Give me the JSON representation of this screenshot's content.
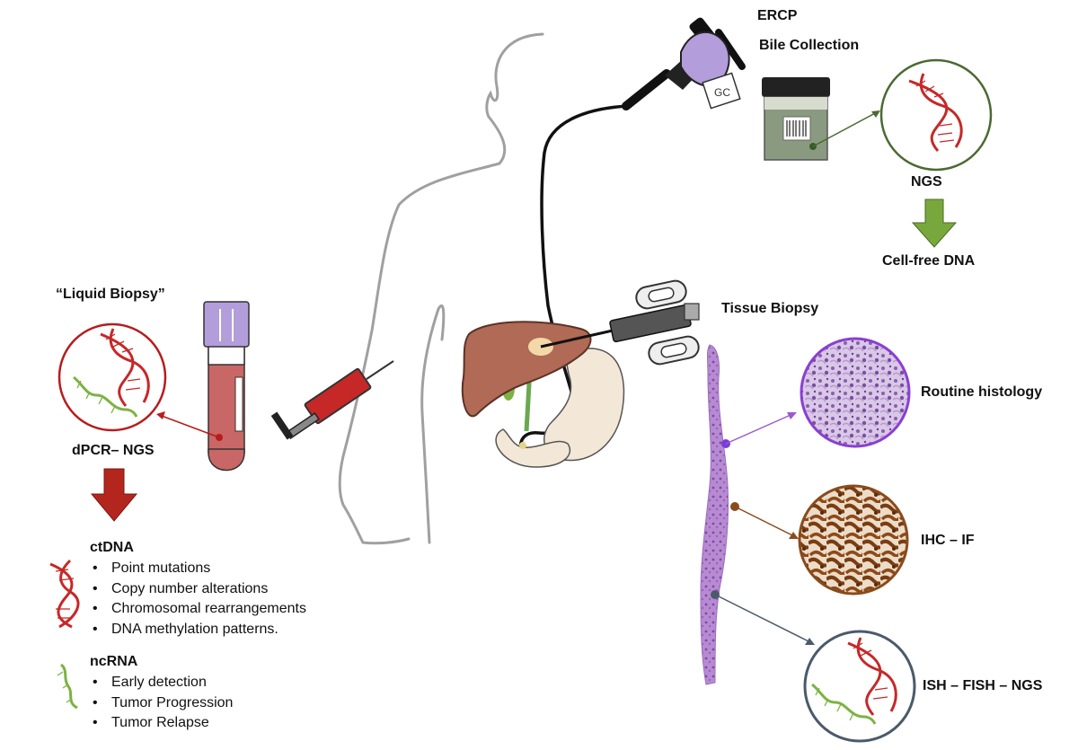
{
  "labels": {
    "ercp": "ERCP",
    "bile_collection": "Bile Collection",
    "ngs": "NGS",
    "cell_free_dna": "Cell-free DNA",
    "liquid_biopsy": "“Liquid Biopsy”",
    "dpcr_ngs": "dPCR– NGS",
    "tissue_biopsy": "Tissue Biopsy",
    "routine_histology": "Routine histology",
    "ihc_if": "IHC – IF",
    "ish_fish_ngs": "ISH – FISH – NGS"
  },
  "ctdna": {
    "title": "ctDNA",
    "items": [
      "Point mutations",
      "Copy number alterations",
      "Chromosomal rearrangements",
      "DNA methylation patterns."
    ]
  },
  "ncrna": {
    "title": "ncRNA",
    "items": [
      "Early detection",
      "Tumor Progression",
      "Tumor Relapse"
    ]
  },
  "colors": {
    "body_outline": "#a0a0a0",
    "bile_arrow": "#5a7a3a",
    "blood_red": "#b71c1c",
    "histology_purple": "#9b59d0",
    "ihc_brown": "#8a4b1c",
    "ish_slate": "#4a5a6a",
    "big_green_arrow": "#78a83c",
    "big_red_arrow": "#b3261e"
  }
}
